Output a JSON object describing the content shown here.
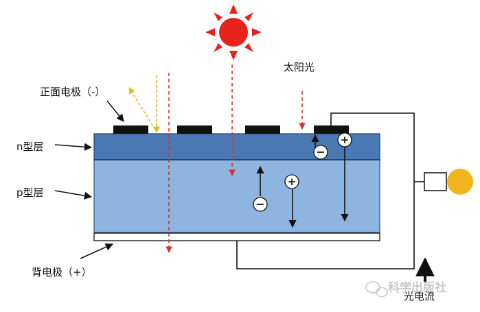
{
  "labels": {
    "sunlight": "太阳光",
    "front_electrode": "正面电极（-）",
    "n_layer": "n型层",
    "p_layer": "p型层",
    "back_electrode": "背电极（+）",
    "photocurrent": "光电流"
  },
  "carriers": {
    "hole": "+",
    "electron": "−"
  },
  "watermark": "科学出版社",
  "colors": {
    "n_layer": "#4a79b4",
    "p_layer": "#8eb4e0",
    "electrode": "#111111",
    "sun": "#e8231b",
    "ray_red": "#d9312a",
    "ray_yellow": "#e9b22a",
    "bulb": "#f3b51e"
  }
}
